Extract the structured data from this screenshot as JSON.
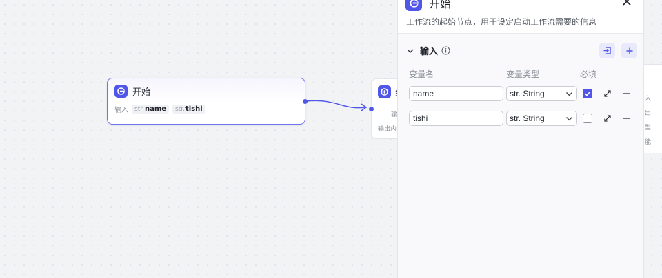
{
  "canvas": {
    "start_node": {
      "title": "开始",
      "input_label": "输入",
      "params": [
        {
          "type": "str.",
          "name": "name"
        },
        {
          "type": "str.",
          "name": "tishi"
        }
      ]
    },
    "end_node": {
      "title": "结",
      "line1": "输",
      "line2": "输出内"
    },
    "right_node": {
      "lines": [
        "入",
        "出",
        "型",
        "能"
      ]
    }
  },
  "panel": {
    "title": "开始",
    "description": "工作流的起始节点，用于设定启动工作流需要的信息",
    "section_title": "输入",
    "columns": {
      "name": "变量名",
      "type": "变量类型",
      "required": "必填"
    },
    "rows": [
      {
        "name": "name",
        "type": "str. String",
        "required": true
      },
      {
        "name": "tishi",
        "type": "str. String",
        "required": false
      }
    ]
  },
  "colors": {
    "accent": "#4f56e8",
    "canvas_bg": "#f2f3f5"
  },
  "icons": {
    "node": "start-icon",
    "close": "close-icon",
    "collapse": "chevron-down-icon",
    "info": "info-icon",
    "import": "import-icon",
    "add": "plus-icon",
    "expand": "expand-icon",
    "remove": "minus-icon"
  }
}
